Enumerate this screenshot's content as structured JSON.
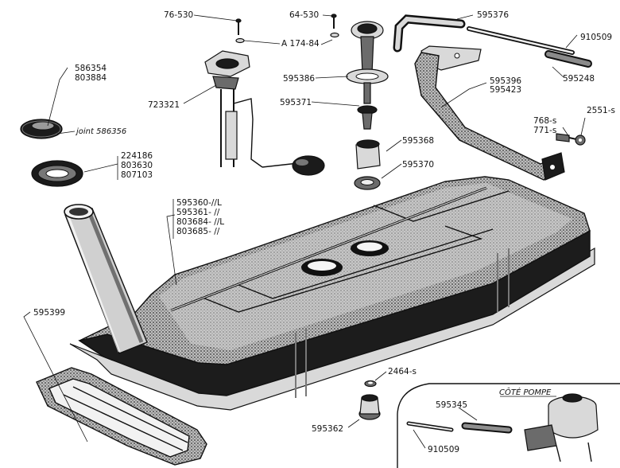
{
  "labels": {
    "l_76_530": "76-530",
    "l_64_530": "64-530",
    "l_595376": "595376",
    "l_a174_84": "A 174-84",
    "l_910509_top": "910509",
    "l_595386": "595386",
    "l_586354": "586354",
    "l_803884": "803884",
    "l_595396": "595396",
    "l_595423": "595423",
    "l_595248": "595248",
    "l_723321": "723321",
    "l_595371": "595371",
    "l_joint": "joint 586356",
    "l_768_5": "768-s",
    "l_771_5": "771-s",
    "l_2551_s": "2551-s",
    "l_595368": "595368",
    "l_224186": "224186",
    "l_803630": "803630",
    "l_807103": "807103",
    "l_595370": "595370",
    "l_595360": "595360-//L",
    "l_595361": "595361- //",
    "l_803684": "803684- //L",
    "l_803685": "803685- //",
    "l_595399": "595399",
    "l_2464_s": "2464-s",
    "l_cote_pompe": "CÔTÉ POMPE",
    "l_595345": "595345",
    "l_595362": "595362",
    "l_910509_bottom": "910509"
  }
}
